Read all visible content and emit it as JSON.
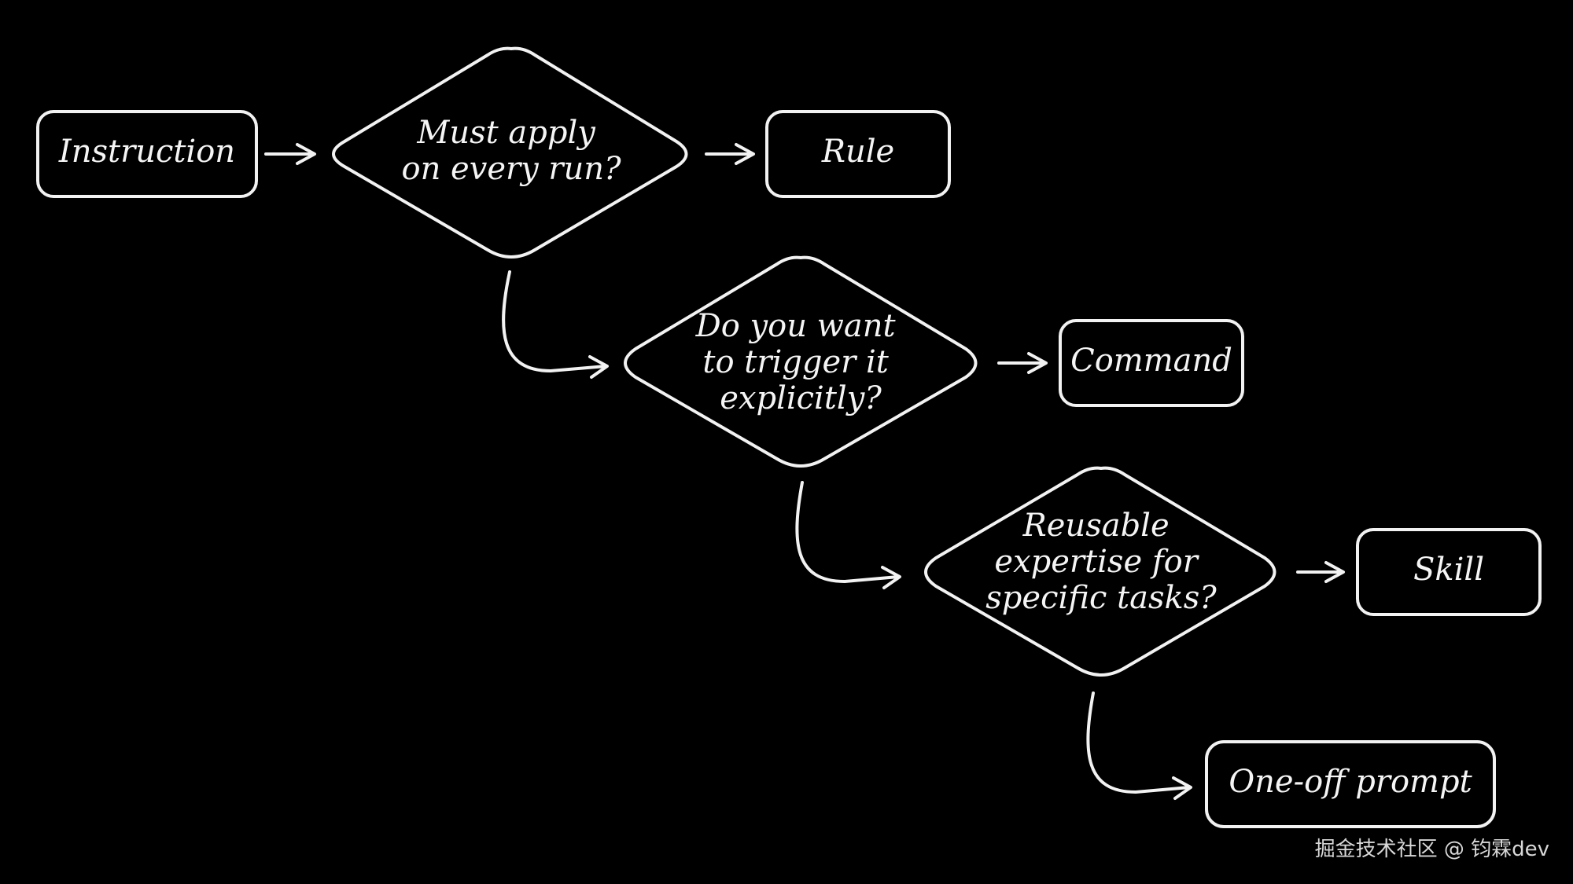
{
  "nodes": {
    "instruction": "Instruction",
    "decision_1": [
      "Must apply",
      "on every run?"
    ],
    "rule": "Rule",
    "decision_2": [
      "Do you want",
      "to trigger it",
      "explicitly?"
    ],
    "command": "Command",
    "decision_3": [
      "Reusable",
      "expertise for",
      "specific tasks?"
    ],
    "skill": "Skill",
    "one_off": "One-off prompt"
  },
  "watermark": "掘金技术社区 @ 钧霖dev",
  "colors": {
    "background": "#000000",
    "stroke": "#f2f2f2",
    "text": "#f5f5f5"
  }
}
